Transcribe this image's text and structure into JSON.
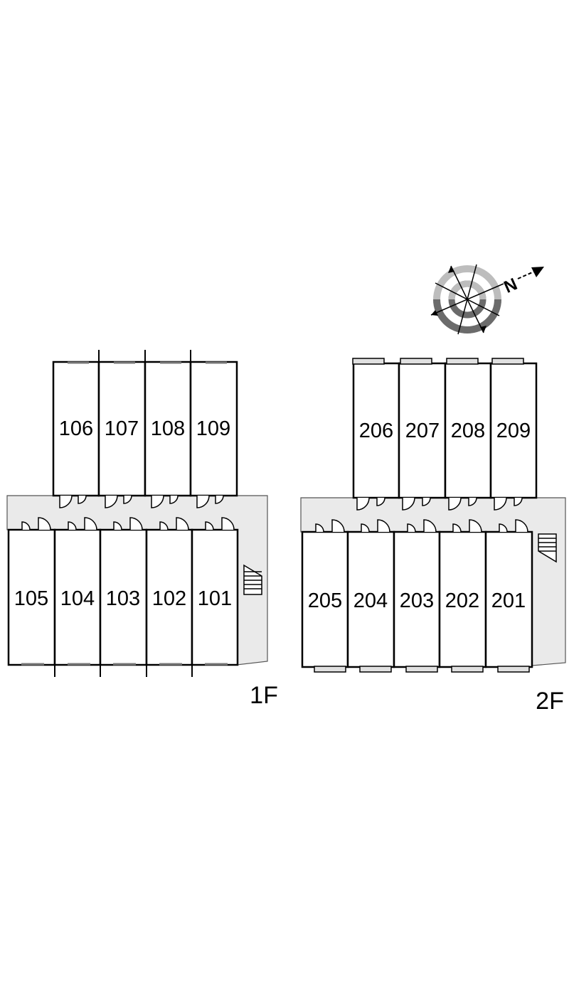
{
  "floors": [
    {
      "id": "1F",
      "label": "1F",
      "back_row": [
        "106",
        "107",
        "108",
        "109"
      ],
      "front_row": [
        "105",
        "104",
        "103",
        "102",
        "101"
      ]
    },
    {
      "id": "2F",
      "label": "2F",
      "back_row": [
        "206",
        "207",
        "208",
        "209"
      ],
      "front_row": [
        "205",
        "204",
        "203",
        "202",
        "201"
      ]
    }
  ],
  "compass": {
    "label": "N",
    "icon": "compass-north-arrow"
  },
  "colors": {
    "corridor": "#eaeaea",
    "corridor_stroke": "#555555",
    "wall": "#000000",
    "compass_ring_dark": "#6b6b6b",
    "compass_ring_light": "#bdbdbd"
  }
}
